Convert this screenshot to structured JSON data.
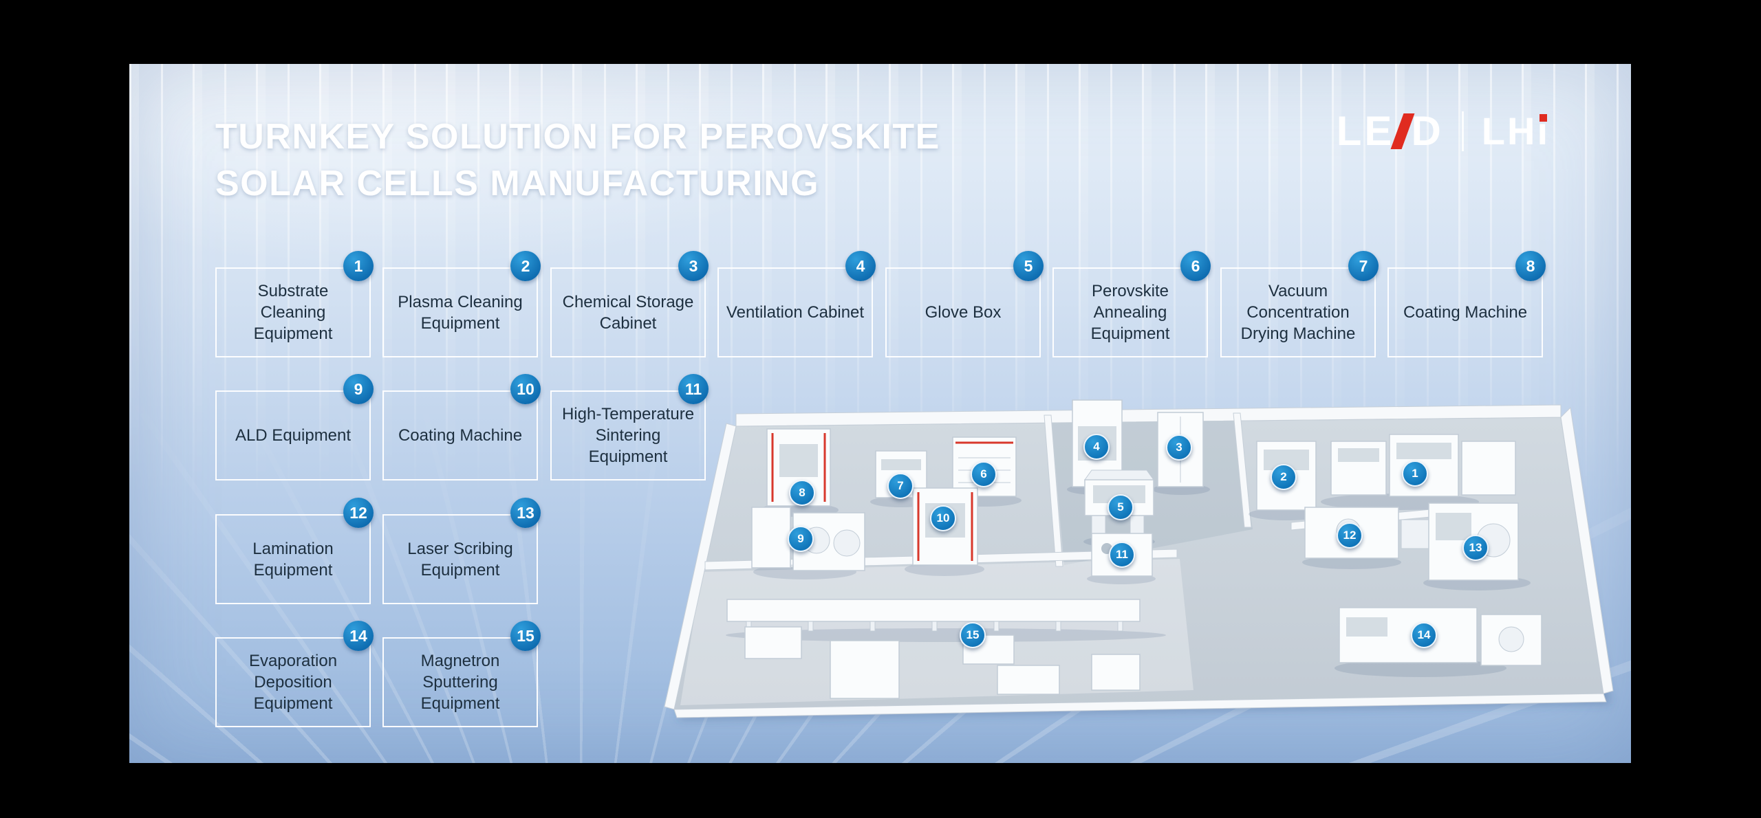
{
  "header": {
    "title_line1": "TURNKEY SOLUTION FOR PEROVSKITE",
    "title_line2": "SOLAR CELLS MANUFACTURING"
  },
  "logos": {
    "lead_left": "LE",
    "lead_right": "D",
    "partner_stem": "LH",
    "partner_i": "ı"
  },
  "colors": {
    "badge_blue": "#1280c4",
    "accent_red": "#e02b20",
    "panel_top": "#e9f1f9",
    "panel_bottom": "#97b6dc",
    "box_text": "#1d2f3f"
  },
  "equipment": [
    {
      "num": "1",
      "label": "Substrate Cleaning Equipment"
    },
    {
      "num": "2",
      "label": "Plasma Cleaning Equipment"
    },
    {
      "num": "3",
      "label": "Chemical Storage Cabinet"
    },
    {
      "num": "4",
      "label": "Ventilation Cabinet"
    },
    {
      "num": "5",
      "label": "Glove Box"
    },
    {
      "num": "6",
      "label": "Perovskite Annealing Equipment"
    },
    {
      "num": "7",
      "label": "Vacuum Concentration Drying Machine"
    },
    {
      "num": "8",
      "label": "Coating Machine"
    },
    {
      "num": "9",
      "label": "ALD Equipment"
    },
    {
      "num": "10",
      "label": "Coating Machine"
    },
    {
      "num": "11",
      "label": "High-Temperature Sintering Equipment"
    },
    {
      "num": "12",
      "label": "Lamination Equipment"
    },
    {
      "num": "13",
      "label": "Laser Scribing Equipment"
    },
    {
      "num": "14",
      "label": "Evaporation Deposition Equipment"
    },
    {
      "num": "15",
      "label": "Magnetron Sputtering Equipment"
    }
  ],
  "floor_markers": [
    {
      "num": "1"
    },
    {
      "num": "2"
    },
    {
      "num": "3"
    },
    {
      "num": "4"
    },
    {
      "num": "5"
    },
    {
      "num": "6"
    },
    {
      "num": "7"
    },
    {
      "num": "8"
    },
    {
      "num": "9"
    },
    {
      "num": "10"
    },
    {
      "num": "11"
    },
    {
      "num": "12"
    },
    {
      "num": "13"
    },
    {
      "num": "14"
    },
    {
      "num": "15"
    }
  ]
}
